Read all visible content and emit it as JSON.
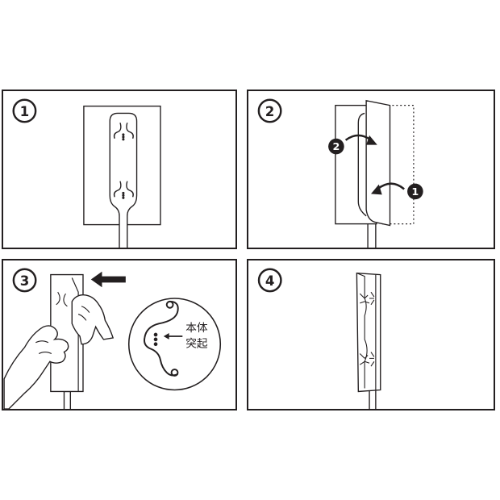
{
  "steps": [
    {
      "number": "1"
    },
    {
      "number": "2",
      "markers": [
        {
          "label": "2"
        },
        {
          "label": "1"
        }
      ]
    },
    {
      "number": "3",
      "callout": {
        "line1": "本体",
        "line2": "突起"
      }
    },
    {
      "number": "4"
    }
  ],
  "colors": {
    "ink": "#231f20",
    "background": "#ffffff",
    "marker_fill": "#231f20",
    "marker_text": "#ffffff"
  },
  "icons": [
    "circled-number-icon",
    "curved-arrow-icon",
    "left-arrow-icon",
    "hand-icon",
    "magnifier-circle-icon"
  ]
}
